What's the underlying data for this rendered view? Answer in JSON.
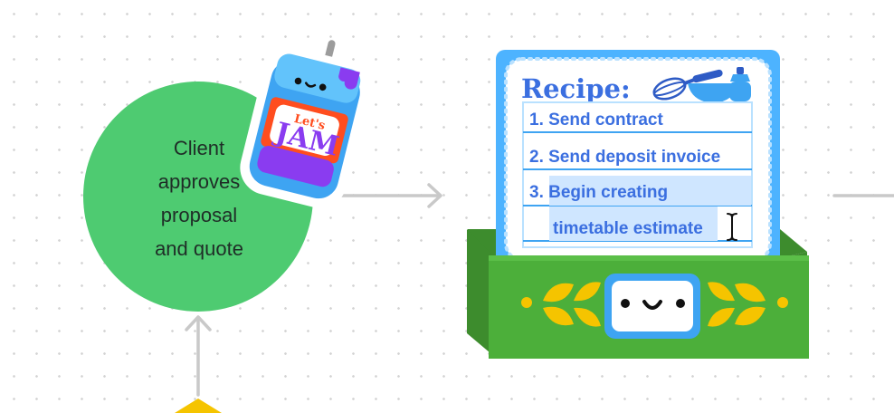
{
  "flow": {
    "node_label_lines": [
      "Client",
      "approves",
      "proposal",
      "and quote"
    ],
    "node_color": "#4ecb71",
    "connector_color": "#c9c9c9"
  },
  "sticker": {
    "small_text": "Let's",
    "big_text": "JAM",
    "icon": "jam-jar-icon"
  },
  "recipe_card": {
    "title": "Recipe:",
    "items": [
      "1. Send contract",
      "2. Send deposit invoice",
      "3. Begin creating",
      "timetable estimate"
    ],
    "accent": "#3b6fe0",
    "border": "#4db3ff",
    "box_color": "#4caf3a",
    "leaf_color": "#f5c400",
    "icons": [
      "whisk-icon",
      "mixing-bowl-icon",
      "salt-shaker-icon",
      "text-cursor-icon",
      "smiley-face-icon"
    ]
  }
}
